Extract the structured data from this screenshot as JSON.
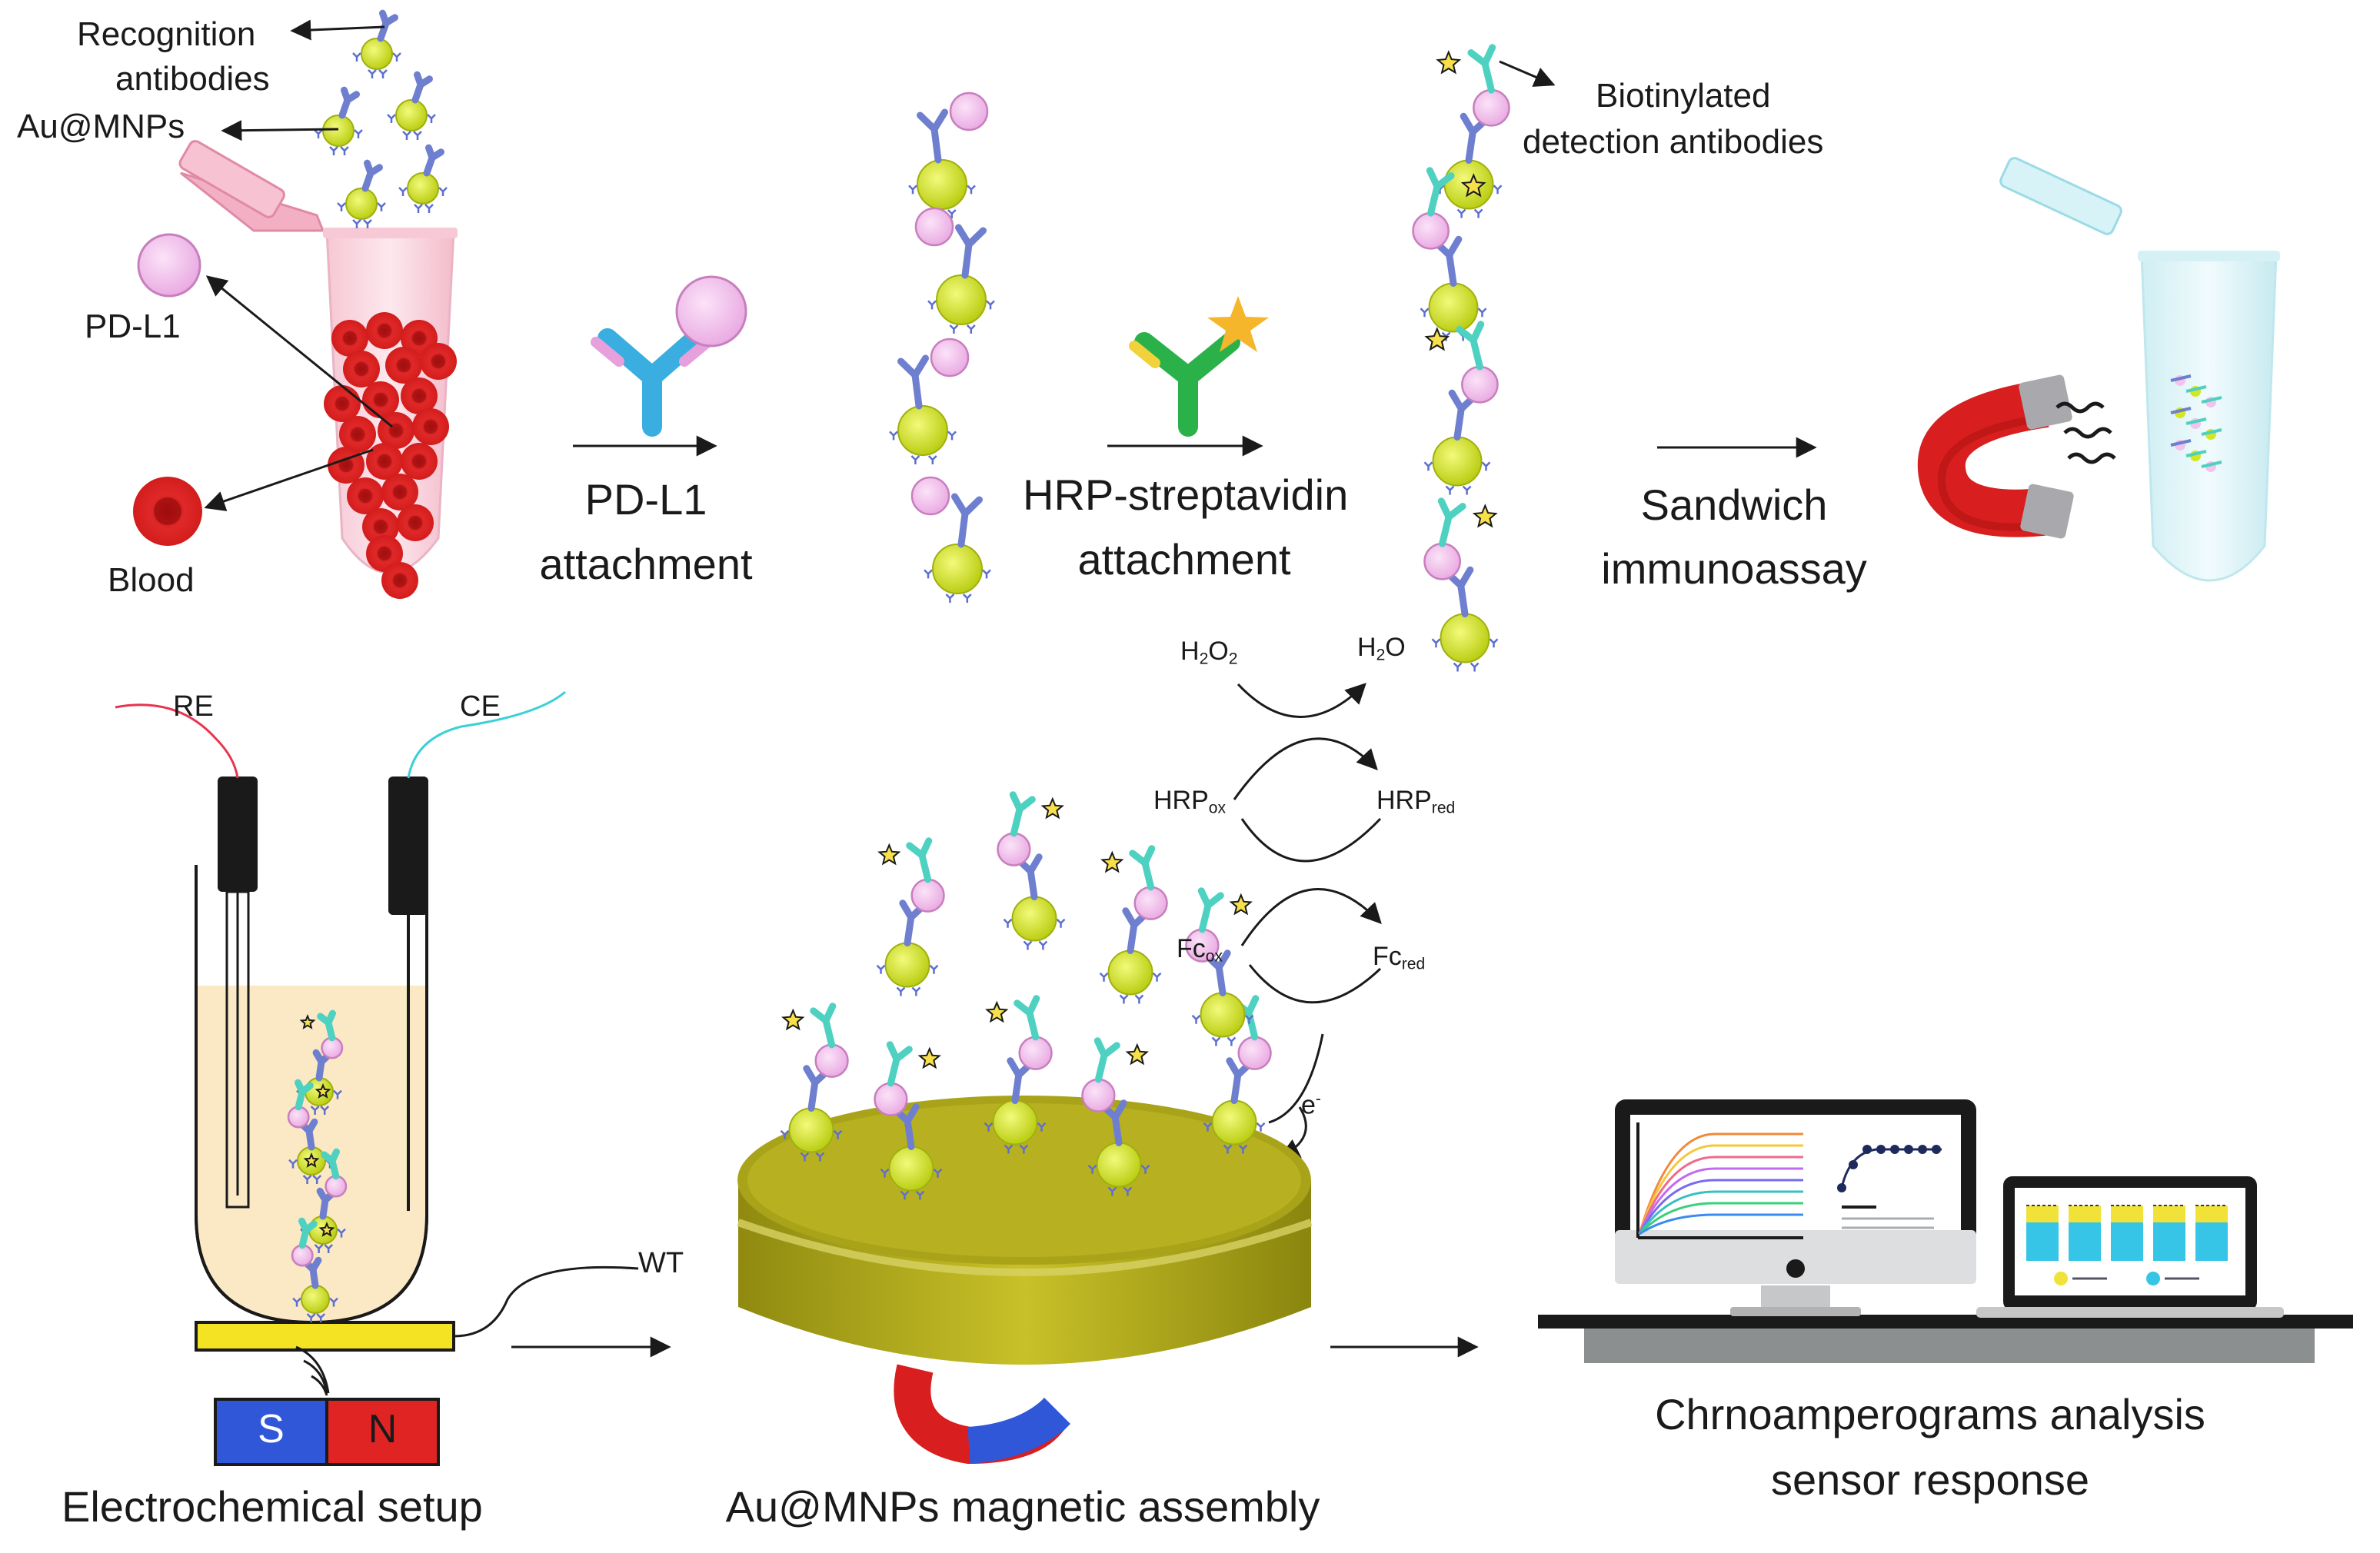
{
  "colors": {
    "blood_red": "#d91c1c",
    "au_yellow": "#d4e61e",
    "pdl1_pink": "#f2c4ec",
    "antibody_blue": "#6f7fd0",
    "detection_teal": "#4fd1c1",
    "hrp_green": "#2ab14a",
    "star_yellow": "#f7e04a",
    "magnet_red": "#e02424",
    "magnet_blue": "#2f57d8",
    "disc_olive": "#b9b21c",
    "solution_beige": "#fbe9c6",
    "cyan_wire": "#39d0d8"
  },
  "top_row": {
    "tube_labels": {
      "recognition_1": "Recognition",
      "recognition_2": "antibodies",
      "aumnps": "Au@MNPs",
      "pdl1": "PD-L1",
      "blood": "Blood"
    },
    "step1": {
      "line1": "PD-L1",
      "line2": "attachment"
    },
    "step2": {
      "line1": "HRP-streptavidin",
      "line2": "attachment"
    },
    "biotin": {
      "line1": "Biotinylated",
      "line2": "detection antibodies"
    },
    "step3": {
      "line1": "Sandwich",
      "line2": "immunoassay"
    }
  },
  "reactions": {
    "h2o2": {
      "base": "H",
      "sub1": "2",
      "mid": "O",
      "sub2": "2"
    },
    "h2o": {
      "base": "H",
      "sub1": "2",
      "mid": "O"
    },
    "hrp_ox": {
      "base": "HRP",
      "sub": "ox"
    },
    "hrp_red": {
      "base": "HRP",
      "sub": "red"
    },
    "fc_ox": {
      "base": "Fc",
      "sub": "ox"
    },
    "fc_red": {
      "base": "Fc",
      "sub": "red"
    },
    "electron": {
      "base": "e",
      "sup": "-"
    }
  },
  "bottom_row": {
    "electrodes": {
      "re": "RE",
      "ce": "CE",
      "wt": "WT"
    },
    "magnet": {
      "s": "S",
      "n": "N"
    },
    "electrochem_caption": "Electrochemical setup",
    "assembly_caption": "Au@MNPs magnetic assembly",
    "analysis_caption_1": "Chrnoamperograms analysis",
    "analysis_caption_2": "sensor response"
  }
}
